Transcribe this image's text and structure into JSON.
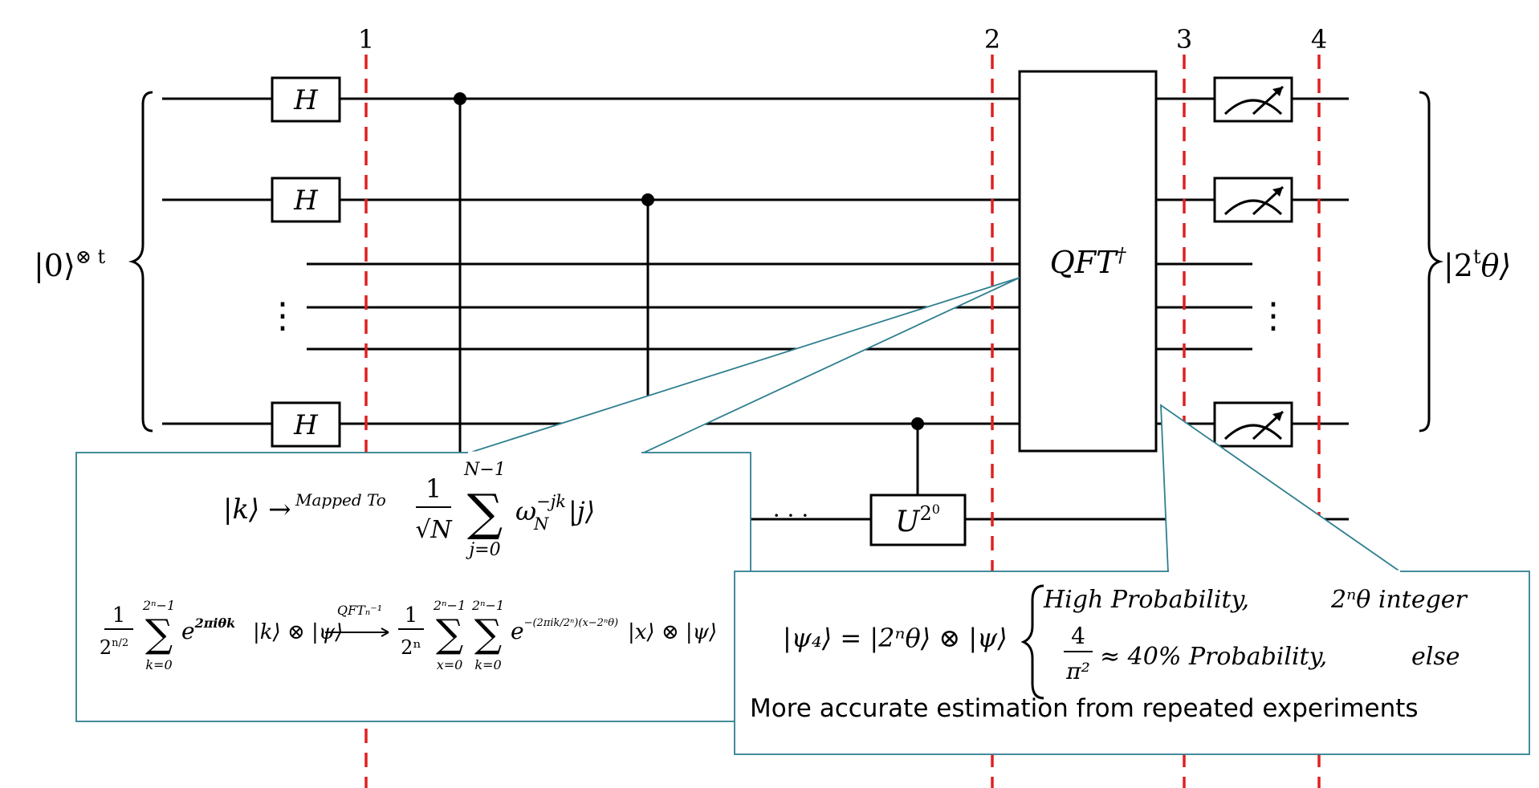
{
  "stage_labels": [
    "1",
    "2",
    "3",
    "4"
  ],
  "input_state": {
    "ket": "|0⟩",
    "power": "⊗ t"
  },
  "output_state": {
    "prefix": "|2",
    "sup": "t",
    "suffix": "θ⟩"
  },
  "gates": {
    "hadamard": "H",
    "qft": "QFT",
    "qft_sup": "†",
    "unitary_base": "U",
    "unitary_exp_base": "2",
    "unitary_exp_exp": "0"
  },
  "ellipsis_vertical": "⋮",
  "ellipsis_horizontal": "· · ·",
  "callout_left": {
    "line1": {
      "ket_k": "|k⟩ →",
      "mapped_to": "Mapped To",
      "frac_num": "1",
      "frac_den": "√N",
      "sum_top": "N−1",
      "sum_bot": "j=0",
      "sum_sign": "∑",
      "omega": "ω",
      "omega_sup": "−jk",
      "omega_sub": "N",
      "ket_j": "|j⟩"
    },
    "line2": {
      "frac1_num": "1",
      "frac1_den": "2",
      "frac1_den_sup": "n/2",
      "sum1_top": "2ⁿ−1",
      "sum1_bot": "k=0",
      "exp1_base": "e",
      "exp1_sup": "2πiθk",
      "mid1": "|k⟩ ⊗ |ψ⟩",
      "arrow_label": "QFTₙ⁻¹",
      "frac2_num": "1",
      "frac2_den": "2ⁿ",
      "sum2_top": "2ⁿ−1",
      "sum2_bot": "x=0",
      "sum3_top": "2ⁿ−1",
      "sum3_bot": "k=0",
      "exp2_base": "e",
      "exp2_sup": "−(2πik/2ⁿ)(x−2ⁿθ)",
      "tail": "|x⟩ ⊗ |ψ⟩"
    }
  },
  "callout_right": {
    "lhs": "|ψ₄⟩ = |2ⁿθ⟩ ⊗ |ψ⟩",
    "case1_label": "High Probability,",
    "case1_cond": "2ⁿθ integer",
    "case2_num": "4",
    "case2_den": "π²",
    "case2_label": "≈ 40% Probability,",
    "case2_cond": "else",
    "footer": "More accurate estimation from repeated experiments"
  },
  "colors": {
    "stage_line": "#e02020",
    "callout_border": "#2f7f8f",
    "wire": "#000000"
  }
}
